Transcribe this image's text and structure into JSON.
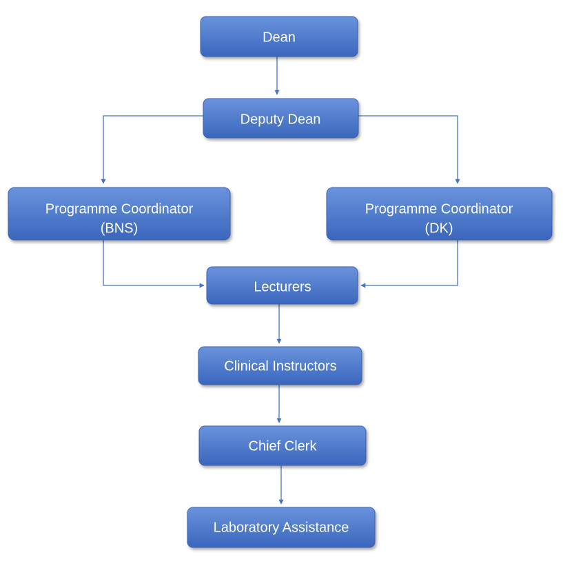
{
  "colors": {
    "box_top": "#6a93dc",
    "box_bottom": "#3a66bd",
    "connector": "#4472c4",
    "text": "#ffffff",
    "background": "#ffffff"
  },
  "nodes": {
    "dean": {
      "lines": [
        "Dean"
      ]
    },
    "deputy_dean": {
      "lines": [
        "Deputy Dean"
      ]
    },
    "coord_bns": {
      "lines": [
        "Programme Coordinator",
        "(BNS)"
      ]
    },
    "coord_dk": {
      "lines": [
        "Programme Coordinator",
        "(DK)"
      ]
    },
    "lecturers": {
      "lines": [
        "Lecturers"
      ]
    },
    "clinical_instructors": {
      "lines": [
        "Clinical Instructors"
      ]
    },
    "chief_clerk": {
      "lines": [
        "Chief Clerk"
      ]
    },
    "lab_assistance": {
      "lines": [
        "Laboratory Assistance"
      ]
    }
  },
  "edges": [
    {
      "from": "dean",
      "to": "deputy_dean"
    },
    {
      "from": "deputy_dean",
      "to": "coord_bns"
    },
    {
      "from": "deputy_dean",
      "to": "coord_dk"
    },
    {
      "from": "coord_bns",
      "to": "lecturers"
    },
    {
      "from": "coord_dk",
      "to": "lecturers"
    },
    {
      "from": "lecturers",
      "to": "clinical_instructors"
    },
    {
      "from": "clinical_instructors",
      "to": "chief_clerk"
    },
    {
      "from": "chief_clerk",
      "to": "lab_assistance"
    }
  ]
}
